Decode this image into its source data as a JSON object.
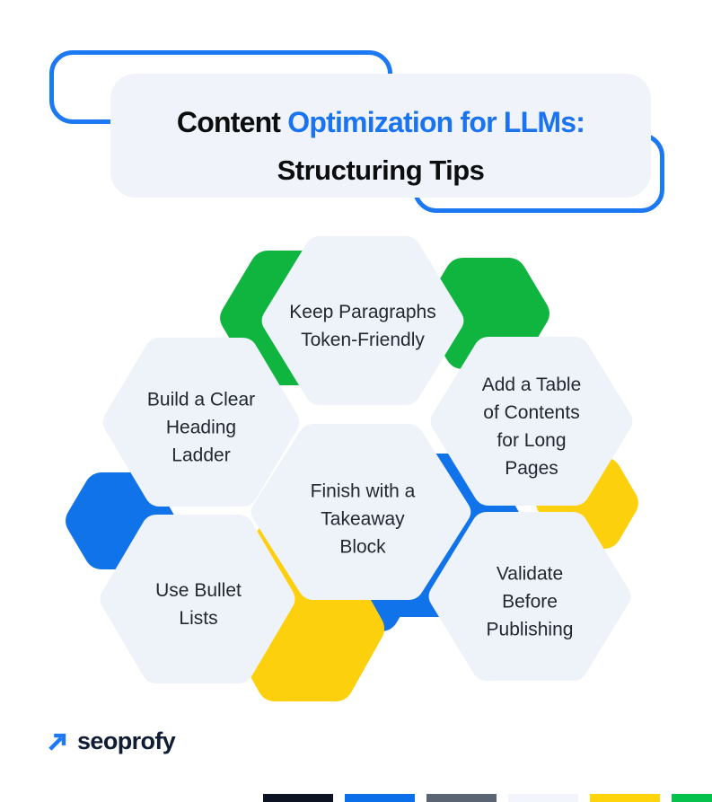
{
  "title": {
    "prefix": "Content ",
    "highlight": "Optimization for LLMs:",
    "line2": "Structuring Tips"
  },
  "hexes": [
    {
      "id": "keep-paragraphs-token-friendly",
      "label": [
        "Keep Paragraphs",
        "Token-Friendly"
      ]
    },
    {
      "id": "build-clear-heading-ladder",
      "label": [
        "Build a Clear",
        "Heading",
        "Ladder"
      ]
    },
    {
      "id": "add-table-of-contents",
      "label": [
        "Add a Table",
        "of Contents",
        "for Long",
        "Pages"
      ]
    },
    {
      "id": "finish-with-takeaway-block",
      "label": [
        "Finish with a",
        "Takeaway",
        "Block"
      ]
    },
    {
      "id": "use-bullet-lists",
      "label": [
        "Use Bullet",
        "Lists"
      ]
    },
    {
      "id": "validate-before-publishing",
      "label": [
        "Validate",
        "Before",
        "Publishing"
      ]
    }
  ],
  "palette": {
    "hex_fill": "#eef2f9",
    "green": "#0fb53e",
    "blue": "#1173ea",
    "yellow": "#fdd00e",
    "outline_blue": "#1d79f3",
    "title_highlight": "#1a73f0",
    "title_text": "#0c0d0f",
    "hex_text": "#212830",
    "logo_navy": "#0f1c33",
    "card_bg": "#f0f4fa"
  },
  "logo": {
    "text": "seoprofy"
  },
  "footer_bar": {
    "colors": [
      "#0d1322",
      "#0b6fe9",
      "#5a6472",
      "#f2f6fc",
      "#ffd40a",
      "#06c14b"
    ]
  }
}
